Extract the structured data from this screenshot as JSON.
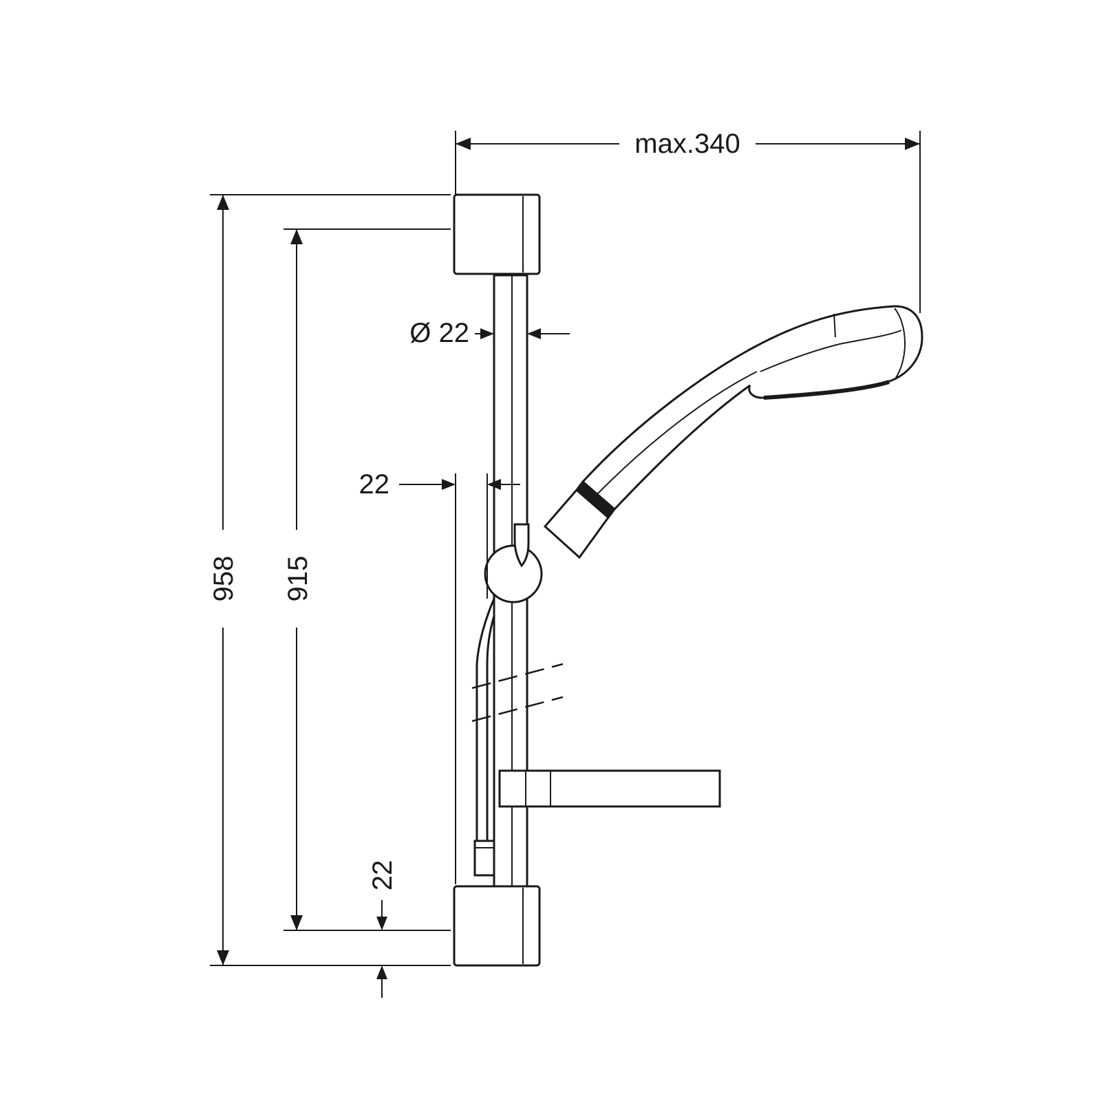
{
  "drawing": {
    "dimensions": {
      "max_width": "max.340",
      "total_height": "958",
      "rail_length": "915",
      "rail_diameter": "Ø 22",
      "wall_offset": "22",
      "bottom_offset": "22"
    }
  }
}
